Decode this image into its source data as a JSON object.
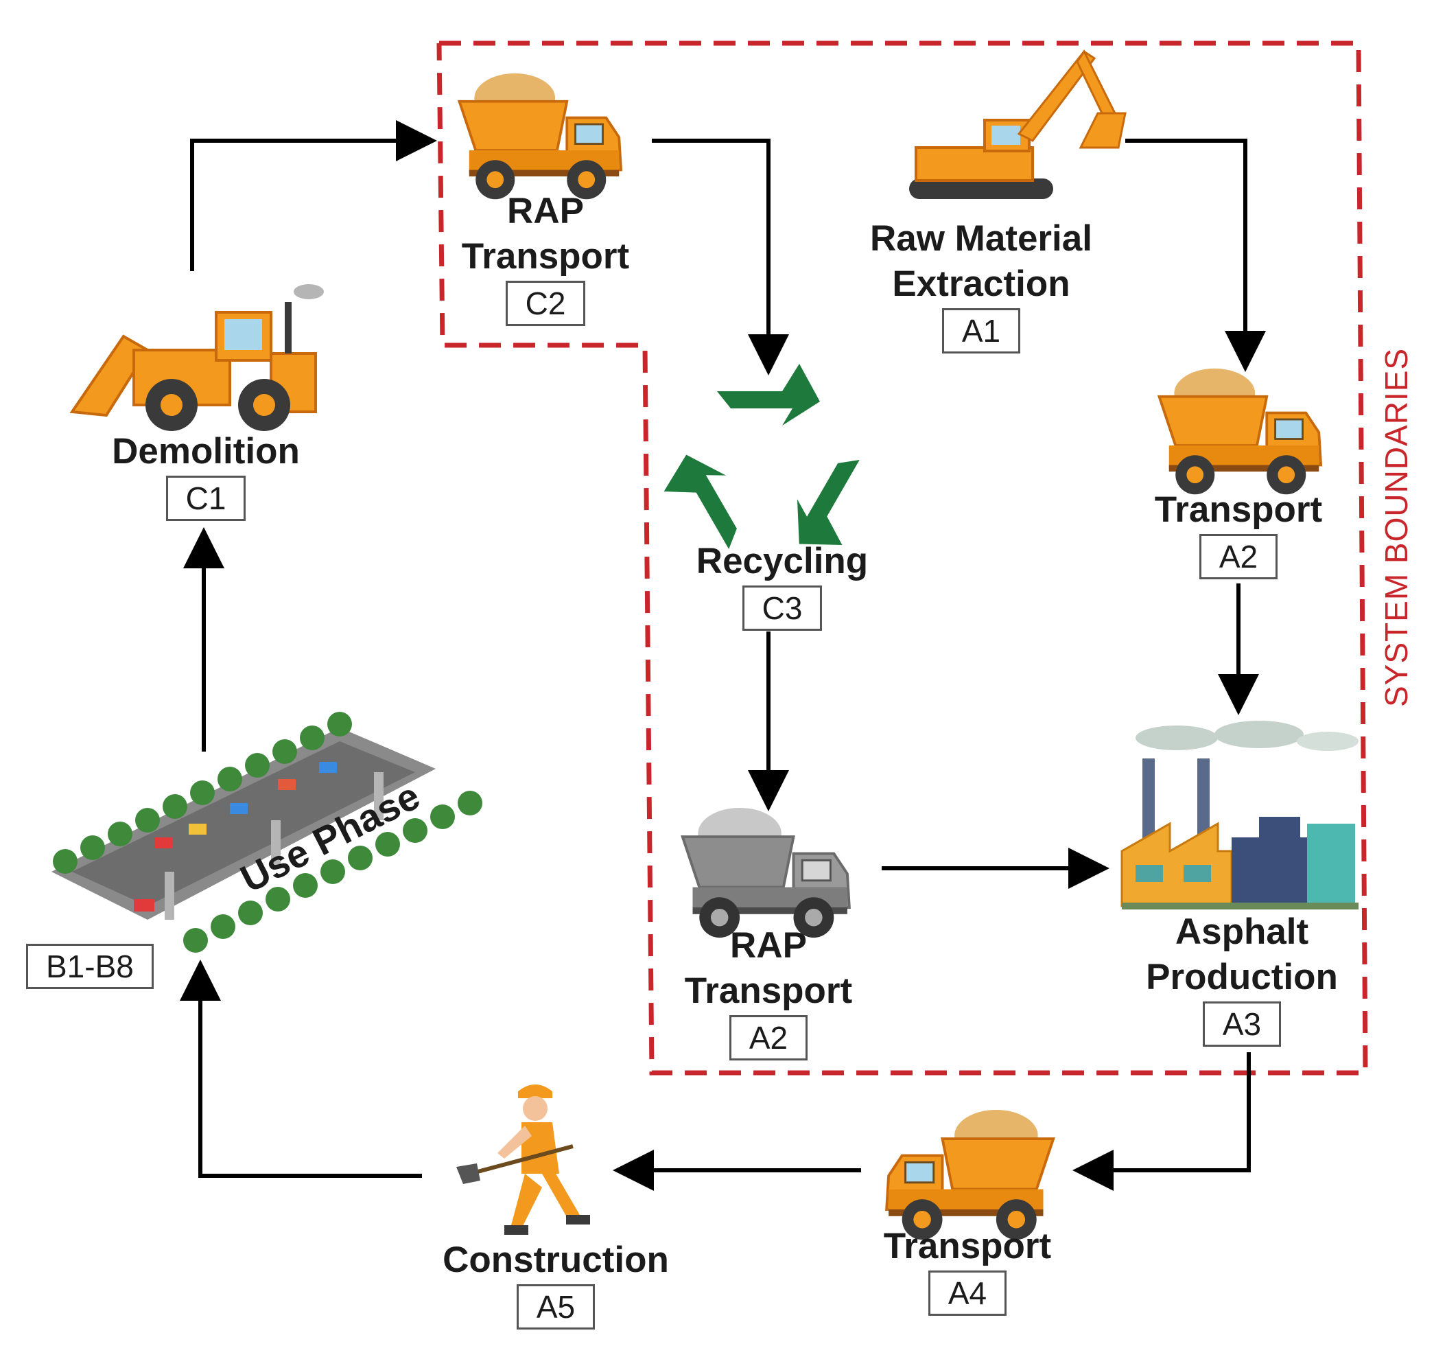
{
  "boundary_label": "SYSTEM BOUNDARIES",
  "nodes": {
    "rap_transport_c2": {
      "label_line1": "RAP",
      "label_line2": "Transport",
      "code": "C2"
    },
    "raw_material": {
      "label_line1": "Raw Material",
      "label_line2": "Extraction",
      "code": "A1"
    },
    "demolition": {
      "label": "Demolition",
      "code": "C1"
    },
    "recycling": {
      "label": "Recycling",
      "code": "C3"
    },
    "transport_a2": {
      "label": "Transport",
      "code": "A2"
    },
    "use_phase": {
      "label": "Use Phase",
      "code": "B1-B8"
    },
    "rap_transport_a2": {
      "label_line1": "RAP",
      "label_line2": "Transport",
      "code": "A2"
    },
    "asphalt": {
      "label_line1": "Asphalt",
      "label_line2": "Production",
      "code": "A3"
    },
    "construction": {
      "label": "Construction",
      "code": "A5"
    },
    "transport_a4": {
      "label": "Transport",
      "code": "A4"
    }
  },
  "colors": {
    "boundary": "#c9262c",
    "truck_body": "#f39a1e",
    "truck_dark": "#c86a0c",
    "recycle": "#1e7a3c",
    "arrow": "#000000"
  },
  "icons": [
    "dump-truck-icon",
    "excavator-icon",
    "loader-icon",
    "recycle-icon",
    "factory-icon",
    "highway-icon",
    "worker-icon"
  ]
}
